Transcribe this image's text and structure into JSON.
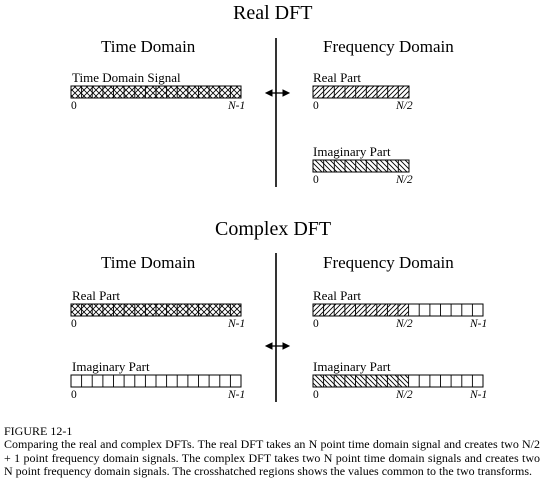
{
  "real": {
    "title": "Real DFT",
    "time_heading": "Time Domain",
    "freq_heading": "Frequency Domain",
    "time_signal_label": "Time Domain Signal",
    "real_part_label": "Real Part",
    "imag_part_label": "Imaginary Part",
    "tick_zero": "0",
    "tick_n1": "N-1",
    "tick_n2": "N/2"
  },
  "complex": {
    "title": "Complex DFT",
    "time_heading": "Time Domain",
    "freq_heading": "Frequency Domain",
    "time_real_label": "Real Part",
    "time_imag_label": "Imaginary Part",
    "freq_real_label": "Real Part",
    "freq_imag_label": "Imaginary Part",
    "tick_zero": "0",
    "tick_n1": "N-1",
    "tick_n2": "N/2"
  },
  "figure": {
    "number": "FIGURE 12-1",
    "caption": "Comparing the real and complex DFTs.  The real DFT takes an N point time domain signal and creates two N/2 + 1 point frequency domain signals.  The complex DFT takes two N point time domain signals and creates two N point frequency domain signals.  The crosshatched regions shows the values common to the two transforms."
  },
  "icons": [
    "double-arrow-icon"
  ]
}
